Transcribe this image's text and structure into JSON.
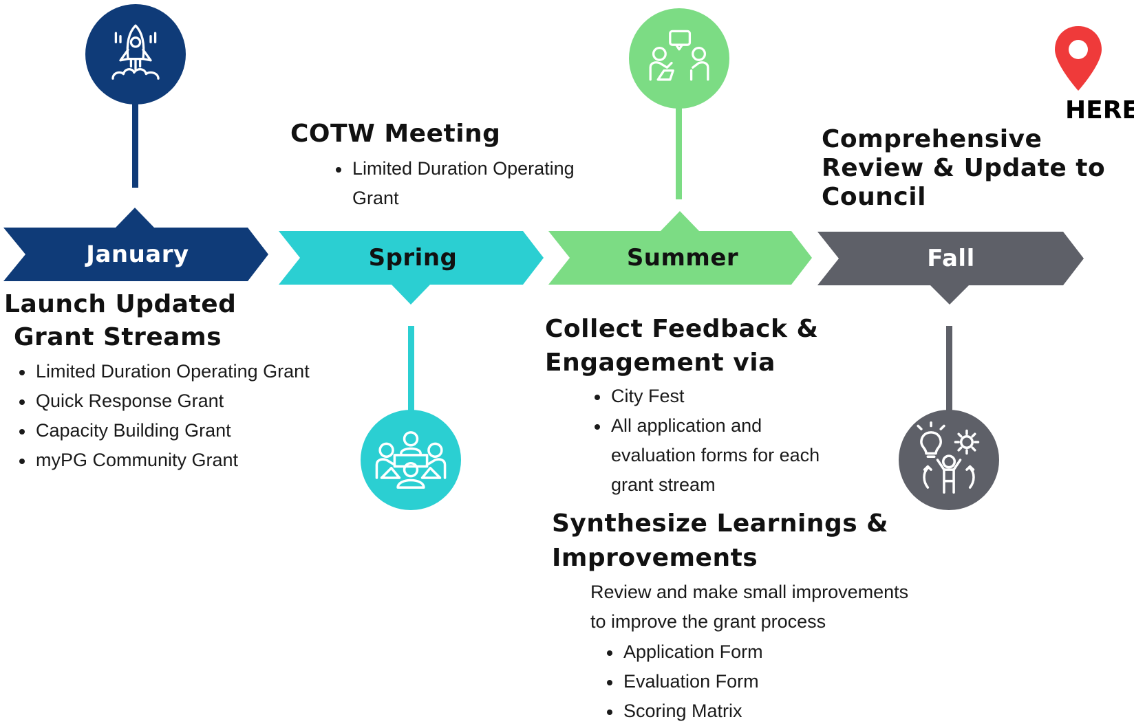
{
  "colors": {
    "january": "#0f3b78",
    "spring": "#2bcfd2",
    "summer": "#7cdc84",
    "fall": "#5e6068",
    "pin": "#ef3a3a"
  },
  "phases": [
    {
      "label": "January",
      "icon": "rocket-launch-icon"
    },
    {
      "label": "Spring",
      "icon": "team-meeting-icon"
    },
    {
      "label": "Summer",
      "icon": "discussion-icon"
    },
    {
      "label": "Fall",
      "icon": "ideas-improvement-icon"
    }
  ],
  "january_block": {
    "title_line1": "Launch Updated",
    "title_line2": "Grant Streams",
    "items": [
      "Limited Duration Operating Grant",
      "Quick Response Grant",
      "Capacity Building Grant",
      "myPG Community Grant"
    ]
  },
  "spring_block": {
    "title": "COTW Meeting",
    "item_line1": "Limited Duration Operating",
    "item_line2": "Grant"
  },
  "summer_block": {
    "title_line1": "Collect Feedback &",
    "title_line2": "Engagement via",
    "item1": "City Fest",
    "item2_line1": "All application and",
    "item2_line2": "evaluation forms for each",
    "item2_line3": "grant stream"
  },
  "synth_block": {
    "title_line1": "Synthesize Learnings &",
    "title_line2": "Improvements",
    "desc_line1": "Review and make small improvements",
    "desc_line2": "to improve the grant process",
    "items": [
      "Application Form",
      "Evaluation Form",
      "Scoring Matrix"
    ]
  },
  "fall_block": {
    "title_line1": "Comprehensive",
    "title_line2": "Review & Update to",
    "title_line3": "Council"
  },
  "marker": {
    "label": "HERE",
    "icon": "map-pin-icon"
  }
}
